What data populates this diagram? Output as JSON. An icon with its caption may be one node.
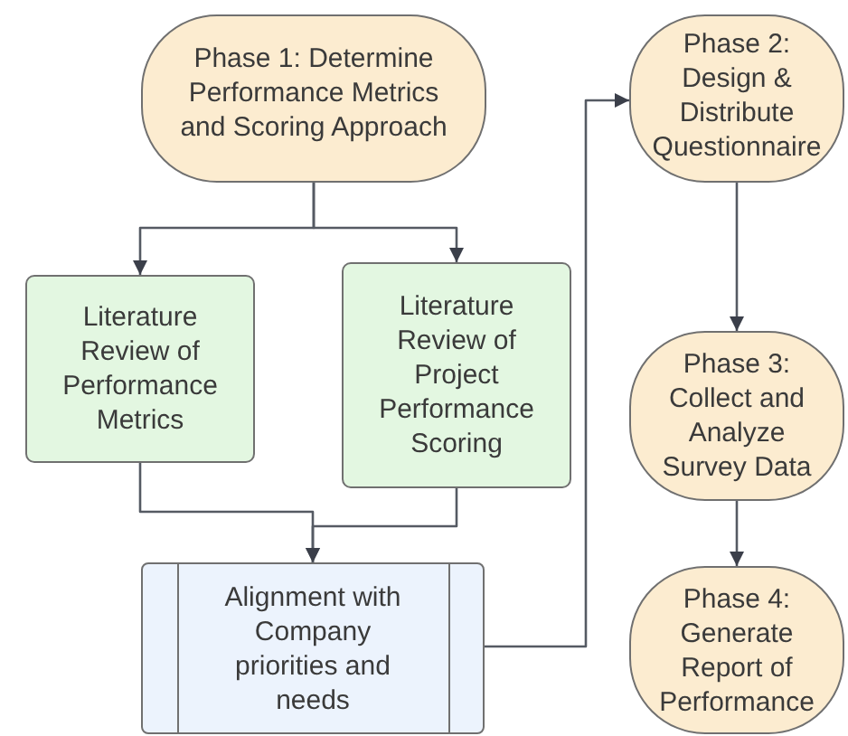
{
  "diagram": {
    "nodes": [
      {
        "text": [
          "Phase 1: Determine Performance Metrics and Scoring Approach"
        ]
      },
      {
        "text": [
          "Phase 2: Design & Distribute Questionnaire"
        ]
      },
      {
        "text": [
          "Literature Review of Performance Metrics"
        ]
      },
      {
        "text": [
          "Literature Review of Project Performance Scoring"
        ]
      },
      {
        "text": [
          "Alignment with Company priorities and needs"
        ]
      },
      {
        "text": [
          "Phase 3: Collect and Analyze Survey Data"
        ]
      },
      {
        "text": [
          "Phase 4: Generate Report of Performance"
        ]
      }
    ],
    "edges": [
      {
        "from": 0,
        "to": 2,
        "arrow": "to"
      },
      {
        "from": 0,
        "to": 3,
        "arrow": "to"
      },
      {
        "from": 2,
        "to": 4,
        "arrow": "to"
      },
      {
        "from": 3,
        "to": 4,
        "arrow": "to"
      },
      {
        "from": 4,
        "to": 1,
        "arrow": "to"
      },
      {
        "from": 1,
        "to": 5,
        "arrow": "to"
      },
      {
        "from": 5,
        "to": 6,
        "arrow": "to"
      }
    ]
  }
}
